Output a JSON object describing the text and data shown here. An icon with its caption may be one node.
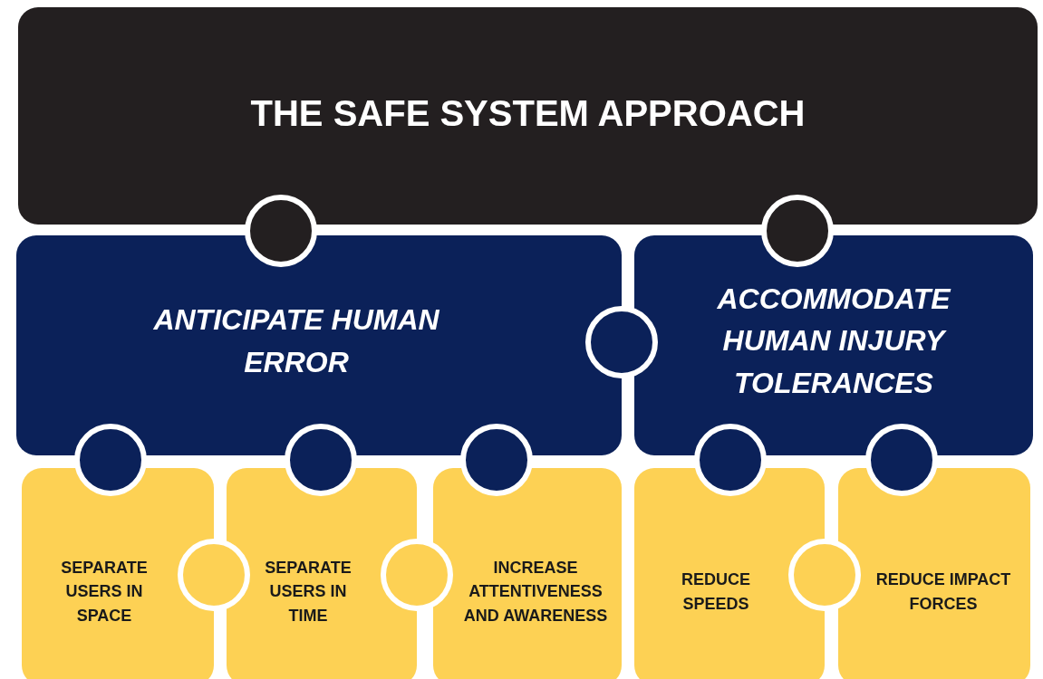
{
  "diagram": {
    "nodes": [
      {
        "text": [
          "THE SAFE SYSTEM APPROACH"
        ]
      },
      {
        "text": [
          "ANTICIPATE HUMAN ERROR"
        ]
      },
      {
        "text": [
          "ACCOMMODATE HUMAN INJURY TOLERANCES"
        ]
      },
      {
        "text": [
          "SEPARATE USERS IN SPACE"
        ]
      },
      {
        "text": [
          "SEPARATE USERS IN TIME"
        ]
      },
      {
        "text": [
          "INCREASE ATTENTIVENESS AND AWARENESS"
        ]
      },
      {
        "text": [
          "REDUCE SPEEDS"
        ]
      },
      {
        "text": [
          "REDUCE IMPACT FORCES"
        ]
      }
    ]
  }
}
